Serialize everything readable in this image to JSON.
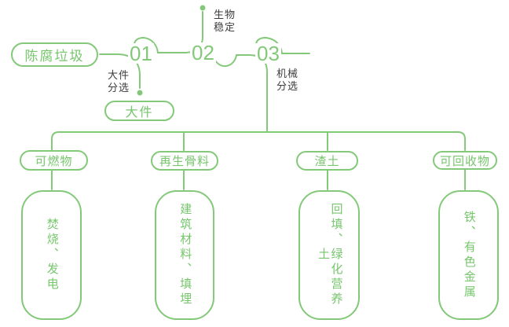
{
  "colors": {
    "line_green": "#84C97A",
    "text_green": "#76C66C",
    "label_dark": "#3D3D3D"
  },
  "flow": {
    "source": "陈腐垃圾",
    "steps": [
      {
        "number": "01",
        "label": "大件\n分选",
        "output": "大件"
      },
      {
        "number": "02",
        "label": "生物\n稳定"
      },
      {
        "number": "03",
        "label": "机械\n分选"
      }
    ]
  },
  "outputs": [
    {
      "category": "可燃物",
      "result": "焚烧、发电"
    },
    {
      "category": "再生骨料",
      "result": "建筑材料、填埋"
    },
    {
      "category": "渣土",
      "result": "回填、绿化营养土"
    },
    {
      "category": "可回收物",
      "result": "铁、有色金属"
    }
  ]
}
